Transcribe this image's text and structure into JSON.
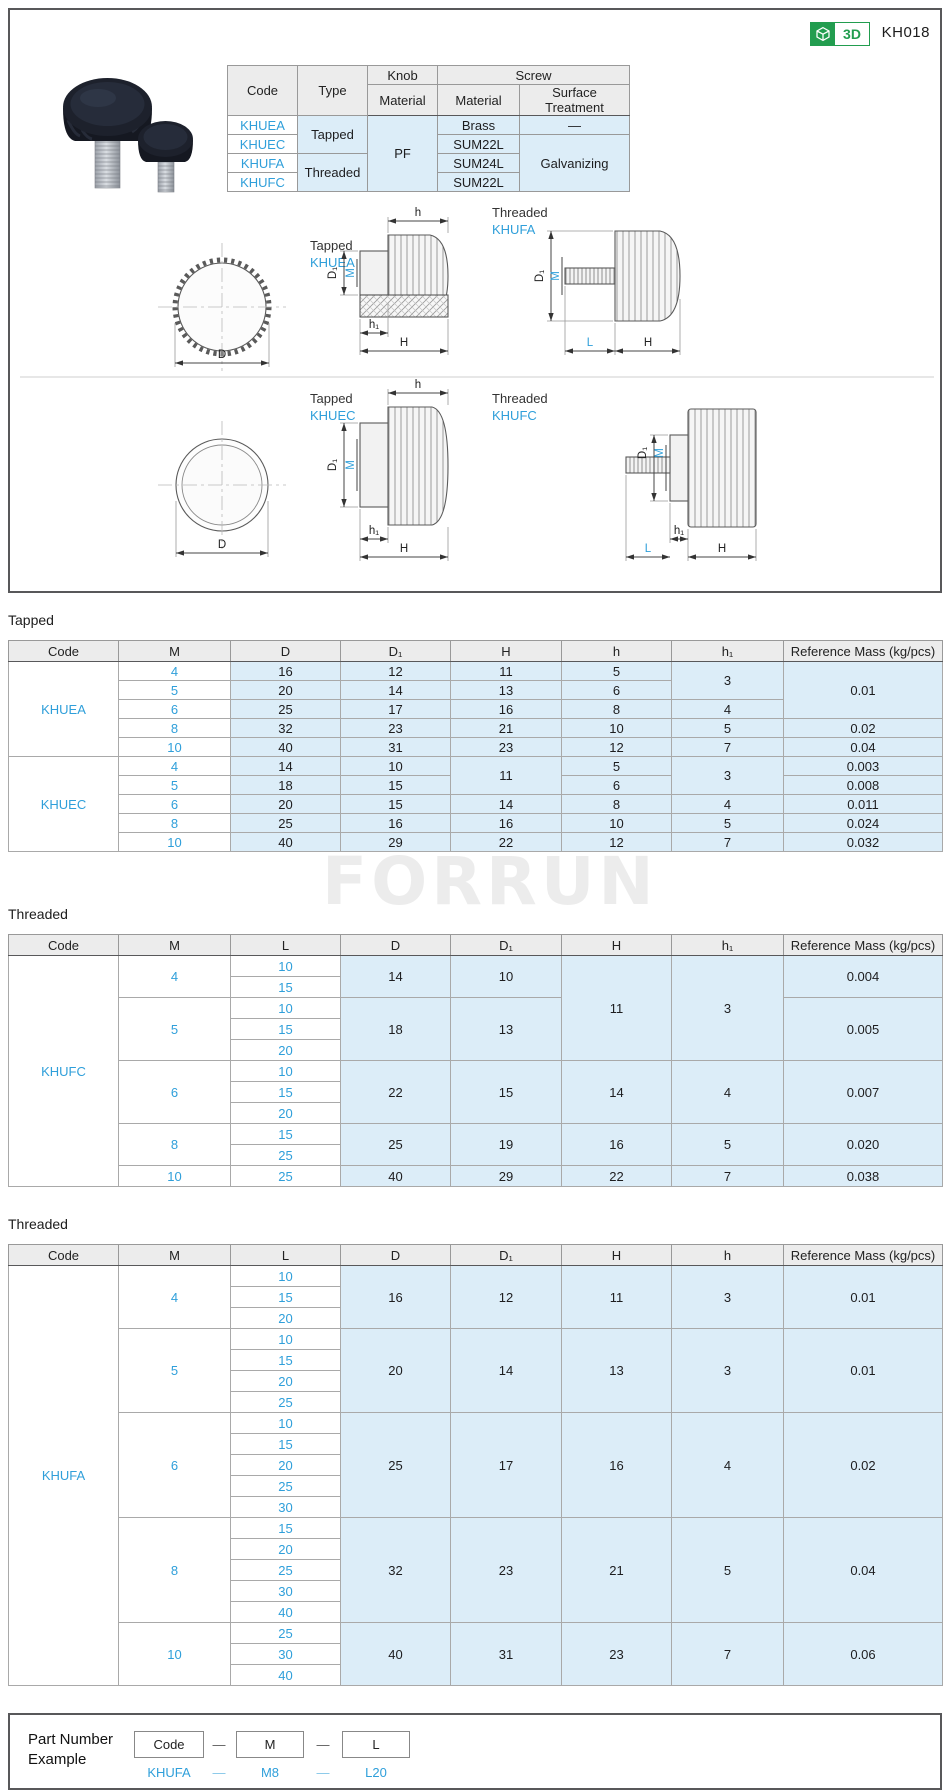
{
  "header": {
    "badge": "3D",
    "page_code": "KH018"
  },
  "spec": {
    "h_code": "Code",
    "h_type": "Type",
    "h_knob": "Knob",
    "h_screw": "Screw",
    "h_material": "Material",
    "h_surface": "Surface Treatment",
    "codes": [
      "KHUEA",
      "KHUEC",
      "KHUFA",
      "KHUFC"
    ],
    "type_tapped": "Tapped",
    "type_threaded": "Threaded",
    "knob_material": "PF",
    "screw_materials": [
      "Brass",
      "SUM22L",
      "SUM24L",
      "SUM22L"
    ],
    "surface_none": "—",
    "surface_galv": "Galvanizing"
  },
  "drawings": {
    "tapped": "Tapped",
    "threaded": "Threaded",
    "codes": {
      "khuea": "KHUEA",
      "khuec": "KHUEC",
      "khufa": "KHUFA",
      "khufc": "KHUFC"
    },
    "dims": {
      "D": "D",
      "D1": "D₁",
      "M": "M",
      "h": "h",
      "h1": "h₁",
      "H": "H",
      "L": "L"
    }
  },
  "watermark": "FORRUN",
  "dim_tables": [
    {
      "section_label": "Tapped",
      "headers": [
        "Code",
        "M",
        "D",
        "D₁",
        "H",
        "h",
        "h₁",
        "Reference Mass (kg/pcs)"
      ],
      "key_cols": 1,
      "groups": [
        {
          "code": "KHUEA",
          "rows": [
            [
              "4",
              "16",
              "12",
              "11",
              "5",
              {
                "v": "3",
                "rs": 2
              },
              {
                "v": "0.01",
                "rs": 3
              }
            ],
            [
              "5",
              "20",
              "14",
              "13",
              "6"
            ],
            [
              "6",
              "25",
              "17",
              "16",
              "8",
              "4"
            ],
            [
              "8",
              "32",
              "23",
              "21",
              "10",
              "5",
              "0.02"
            ],
            [
              "10",
              "40",
              "31",
              "23",
              "12",
              "7",
              "0.04"
            ]
          ]
        },
        {
          "code": "KHUEC",
          "rows": [
            [
              "4",
              "14",
              "10",
              {
                "v": "11",
                "rs": 2
              },
              "5",
              {
                "v": "3",
                "rs": 2
              },
              "0.003"
            ],
            [
              "5",
              "18",
              "15",
              "6",
              "0.008"
            ],
            [
              "6",
              "20",
              "15",
              "14",
              "8",
              "4",
              "0.011"
            ],
            [
              "8",
              "25",
              "16",
              "16",
              "10",
              "5",
              "0.024"
            ],
            [
              "10",
              "40",
              "29",
              "22",
              "12",
              "7",
              "0.032"
            ]
          ]
        }
      ]
    },
    {
      "section_label": "Threaded",
      "headers": [
        "Code",
        "M",
        "L",
        "D",
        "D₁",
        "H",
        "h₁",
        "Reference Mass (kg/pcs)"
      ],
      "key_cols": 2,
      "groups": [
        {
          "code": "KHUFC",
          "rows": [
            [
              {
                "v": "4",
                "rs": 2
              },
              "10",
              {
                "v": "14",
                "rs": 2
              },
              {
                "v": "10",
                "rs": 2
              },
              {
                "v": "11",
                "rs": 5
              },
              {
                "v": "3",
                "rs": 5
              },
              {
                "v": "0.004",
                "rs": 2
              }
            ],
            [
              "15"
            ],
            {
              "s": 1,
              "c": [
                {
                  "v": "5",
                  "rs": 3
                },
                "10",
                {
                  "v": "18",
                  "rs": 3
                },
                {
                  "v": "13",
                  "rs": 3
                },
                {
                  "v": "0.005",
                  "rs": 3
                }
              ]
            },
            [
              "15"
            ],
            [
              "20"
            ],
            {
              "s": 1,
              "c": [
                {
                  "v": "6",
                  "rs": 3
                },
                "10",
                {
                  "v": "22",
                  "rs": 3
                },
                {
                  "v": "15",
                  "rs": 3
                },
                {
                  "v": "14",
                  "rs": 3
                },
                {
                  "v": "4",
                  "rs": 3
                },
                {
                  "v": "0.007",
                  "rs": 3
                }
              ]
            },
            [
              "15"
            ],
            [
              "20"
            ],
            {
              "s": 1,
              "c": [
                {
                  "v": "8",
                  "rs": 2
                },
                "15",
                {
                  "v": "25",
                  "rs": 2
                },
                {
                  "v": "19",
                  "rs": 2
                },
                {
                  "v": "16",
                  "rs": 2
                },
                {
                  "v": "5",
                  "rs": 2
                },
                {
                  "v": "0.020",
                  "rs": 2
                }
              ]
            },
            [
              "25"
            ],
            {
              "s": 1,
              "c": [
                "10",
                "25",
                "40",
                "29",
                "22",
                "7",
                "0.038"
              ]
            }
          ]
        }
      ]
    },
    {
      "section_label": "Threaded",
      "headers": [
        "Code",
        "M",
        "L",
        "D",
        "D₁",
        "H",
        "h",
        "Reference Mass (kg/pcs)"
      ],
      "key_cols": 2,
      "groups": [
        {
          "code": "KHUFA",
          "rows": [
            [
              {
                "v": "4",
                "rs": 3
              },
              "10",
              {
                "v": "16",
                "rs": 3
              },
              {
                "v": "12",
                "rs": 3
              },
              {
                "v": "11",
                "rs": 3
              },
              {
                "v": "3",
                "rs": 3
              },
              {
                "v": "0.01",
                "rs": 3
              }
            ],
            [
              "15"
            ],
            [
              "20"
            ],
            {
              "s": 1,
              "c": [
                {
                  "v": "5",
                  "rs": 4
                },
                "10",
                {
                  "v": "20",
                  "rs": 4
                },
                {
                  "v": "14",
                  "rs": 4
                },
                {
                  "v": "13",
                  "rs": 4
                },
                {
                  "v": "3",
                  "rs": 4
                },
                {
                  "v": "0.01",
                  "rs": 4
                }
              ]
            },
            [
              "15"
            ],
            [
              "20"
            ],
            [
              "25"
            ],
            {
              "s": 1,
              "c": [
                {
                  "v": "6",
                  "rs": 5
                },
                "10",
                {
                  "v": "25",
                  "rs": 5
                },
                {
                  "v": "17",
                  "rs": 5
                },
                {
                  "v": "16",
                  "rs": 5
                },
                {
                  "v": "4",
                  "rs": 5
                },
                {
                  "v": "0.02",
                  "rs": 5
                }
              ]
            },
            [
              "15"
            ],
            [
              "20"
            ],
            [
              "25"
            ],
            [
              "30"
            ],
            {
              "s": 1,
              "c": [
                {
                  "v": "8",
                  "rs": 5
                },
                "15",
                {
                  "v": "32",
                  "rs": 5
                },
                {
                  "v": "23",
                  "rs": 5
                },
                {
                  "v": "21",
                  "rs": 5
                },
                {
                  "v": "5",
                  "rs": 5
                },
                {
                  "v": "0.04",
                  "rs": 5
                }
              ]
            },
            [
              "20"
            ],
            [
              "25"
            ],
            [
              "30"
            ],
            [
              "40"
            ],
            {
              "s": 1,
              "c": [
                {
                  "v": "10",
                  "rs": 3
                },
                "25",
                {
                  "v": "40",
                  "rs": 3
                },
                {
                  "v": "31",
                  "rs": 3
                },
                {
                  "v": "23",
                  "rs": 3
                },
                {
                  "v": "7",
                  "rs": 3
                },
                {
                  "v": "0.06",
                  "rs": 3
                }
              ]
            },
            [
              "30"
            ],
            [
              "40"
            ]
          ]
        }
      ]
    }
  ],
  "part_number": {
    "label_line1": "Part Number",
    "label_line2": "Example",
    "boxes": [
      "Code",
      "M",
      "L"
    ],
    "values": [
      "KHUFA",
      "M8",
      "L20"
    ],
    "dash": "—"
  }
}
